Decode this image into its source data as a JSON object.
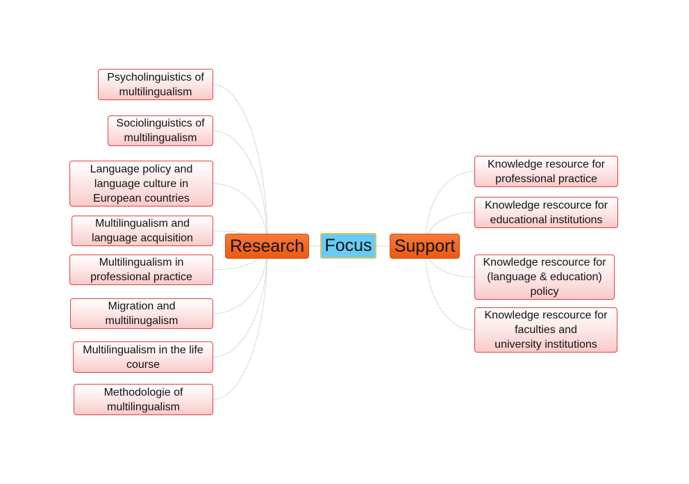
{
  "central": {
    "label": "Focus",
    "color": "#66ccf5"
  },
  "branches": {
    "research": {
      "label": "Research",
      "children": [
        "Psycholinguistics of\nmultilingualism",
        "Sociolinguistics of\nmultilingualism",
        "Language policy and\nlanguage culture in\nEuropean countries",
        "Multilingualism and\nlanguage acquisition",
        "Multilingualism in\nprofessional practice",
        "Migration and\nmultilinugalism",
        "Multilingualism in the life\ncourse",
        "Methodologie of\nmultilingualism"
      ]
    },
    "support": {
      "label": "Support",
      "children": [
        "Knowledge resource for\nprofessional practice",
        "Knowledge rescource for\neducational institutions",
        "Knowledge rescource for\n(language & education)\npolicy",
        "Knowledge rescource for\nfaculties and\nuniversity institutions"
      ]
    }
  },
  "colors": {
    "branch": "#ec5a10",
    "leaf_border": "#e0403c",
    "link": "#d8d8d8"
  }
}
